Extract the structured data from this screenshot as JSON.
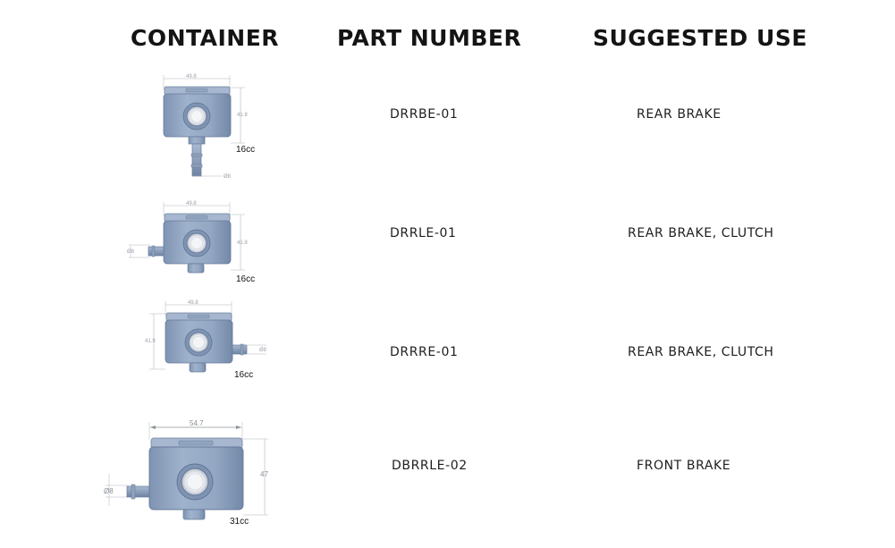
{
  "headers": {
    "container": "CONTAINER",
    "part_number": "PART NUMBER",
    "suggested_use": "SUGGESTED USE"
  },
  "rows": [
    {
      "part_number": "DRRBE-01",
      "suggested_use": "REAR BRAKE",
      "capacity": "16cc",
      "dims": {
        "width": "49.8",
        "height": "41.9",
        "diameter": "Ø8"
      }
    },
    {
      "part_number": "DRRLE-01",
      "suggested_use": "REAR BRAKE, CLUTCH",
      "capacity": "16cc",
      "dims": {
        "width": "49.8",
        "height": "41.9",
        "diameter": "Ø8"
      }
    },
    {
      "part_number": "DRRRE-01",
      "suggested_use": "REAR BRAKE, CLUTCH",
      "capacity": "16cc",
      "dims": {
        "width": "49.8",
        "height": "41.9",
        "diameter": "Ø8"
      }
    },
    {
      "part_number": "DBRRLE-02",
      "suggested_use": "FRONT BRAKE",
      "capacity": "31cc",
      "dims": {
        "width": "54.7",
        "height": "47",
        "diameter": "Ø8"
      }
    }
  ],
  "colors": {
    "body": "#8ea2bf",
    "body_dark": "#6f84a3",
    "body_light": "#b4c3d8",
    "dimension_line": "#a8adb4"
  }
}
